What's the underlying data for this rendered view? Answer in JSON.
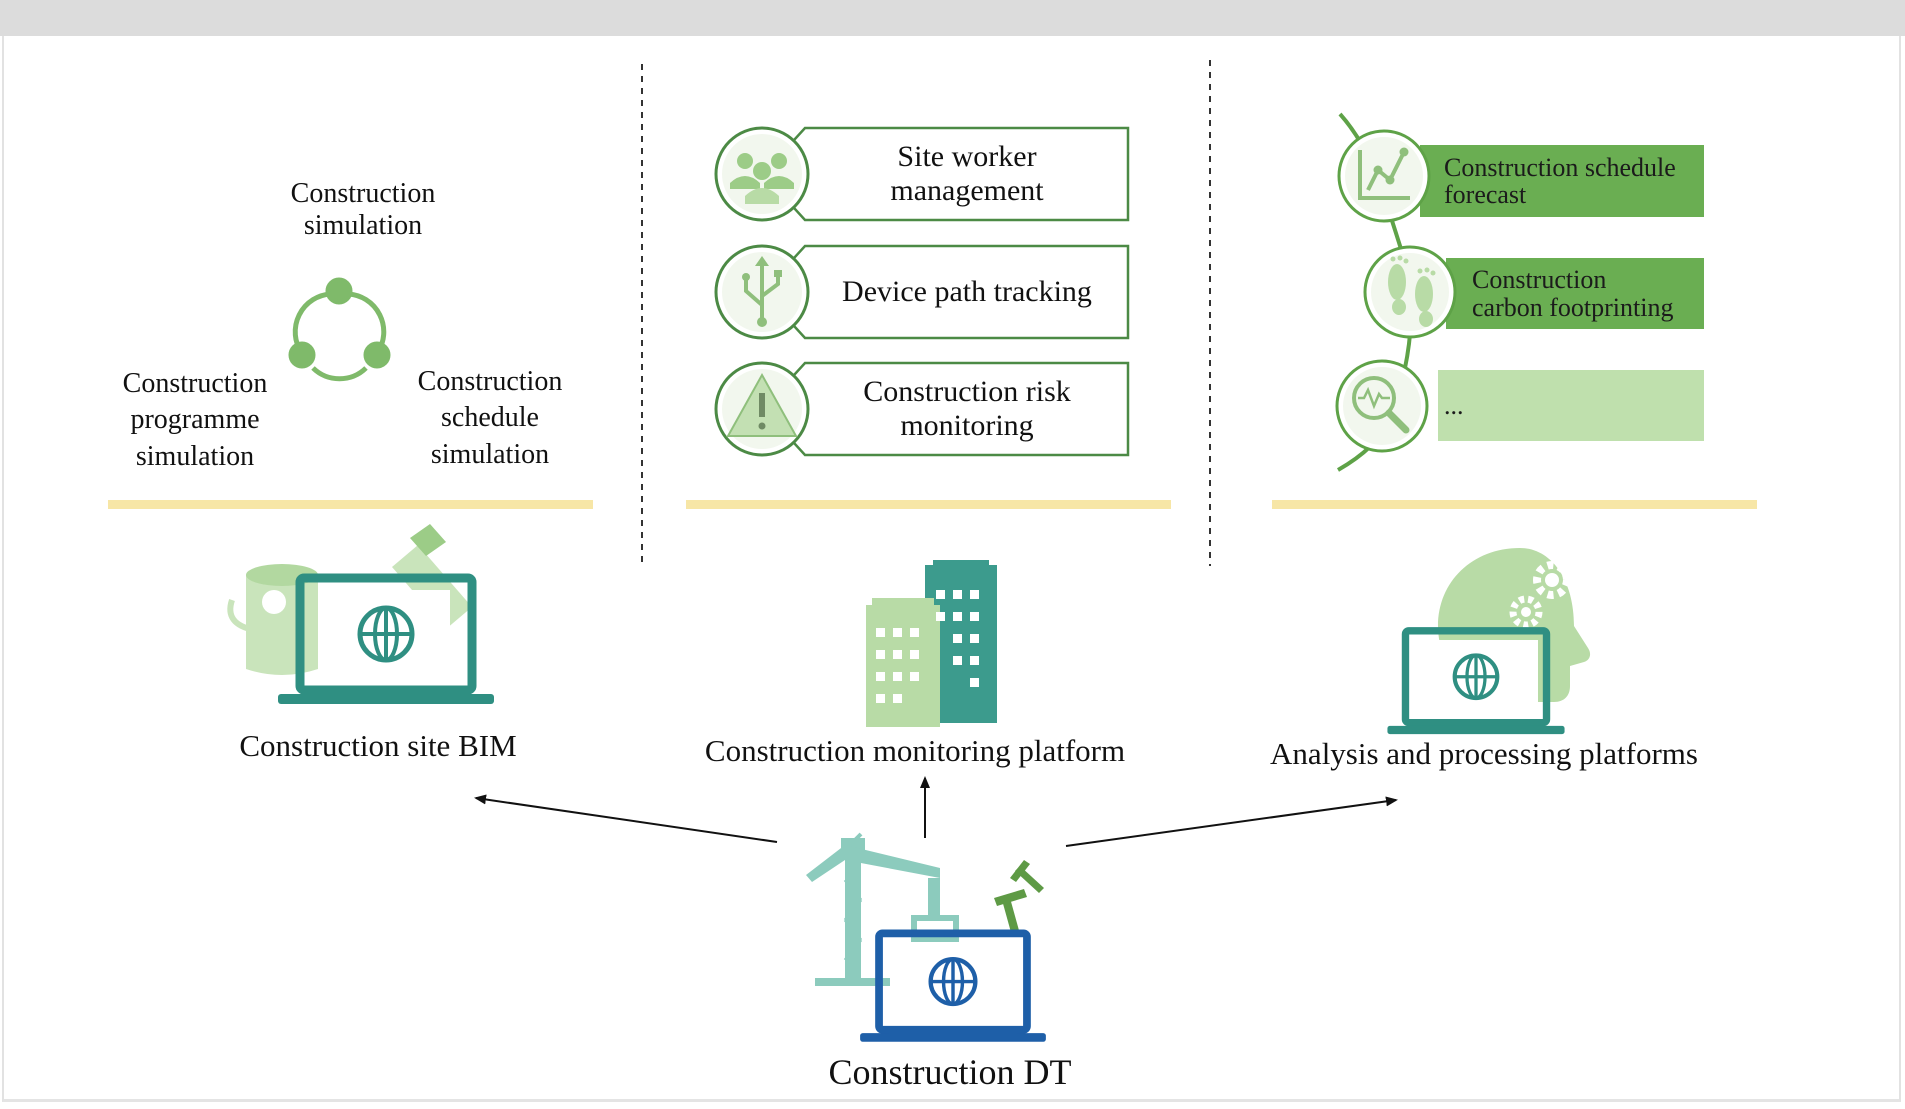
{
  "center": {
    "label": "Construction DT"
  },
  "platforms": [
    {
      "label": "Construction site BIM"
    },
    {
      "label": "Construction monitoring platform"
    },
    {
      "label": "Analysis and processing platforms"
    }
  ],
  "simulation": {
    "top": "Construction\nsimulation",
    "left": "Construction\nprogramme\nsimulation",
    "right": "Construction\nschedule\nsimulation"
  },
  "monitoring": [
    {
      "label": "Site worker\nmanagement",
      "icon": "workers-icon"
    },
    {
      "label": "Device path tracking",
      "icon": "usb-icon"
    },
    {
      "label": "Construction risk\nmonitoring",
      "icon": "warning-icon"
    }
  ],
  "analysis": [
    {
      "label": "Construction schedule\nforecast",
      "icon": "line-chart-icon"
    },
    {
      "label": "Construction\ncarbon footprinting",
      "icon": "footprint-icon"
    },
    {
      "label": "...",
      "icon": "magnifier-icon"
    }
  ],
  "colors": {
    "dark_green": "#6aae52",
    "mid_green": "#8fc378",
    "light_green": "#bfe0ad",
    "teal": "#3c9b8d",
    "light_teal": "#8ccbbd",
    "blue": "#1e5fa8",
    "divider_yellow": "#f7e6a6",
    "box_border": "#4c8a45"
  }
}
